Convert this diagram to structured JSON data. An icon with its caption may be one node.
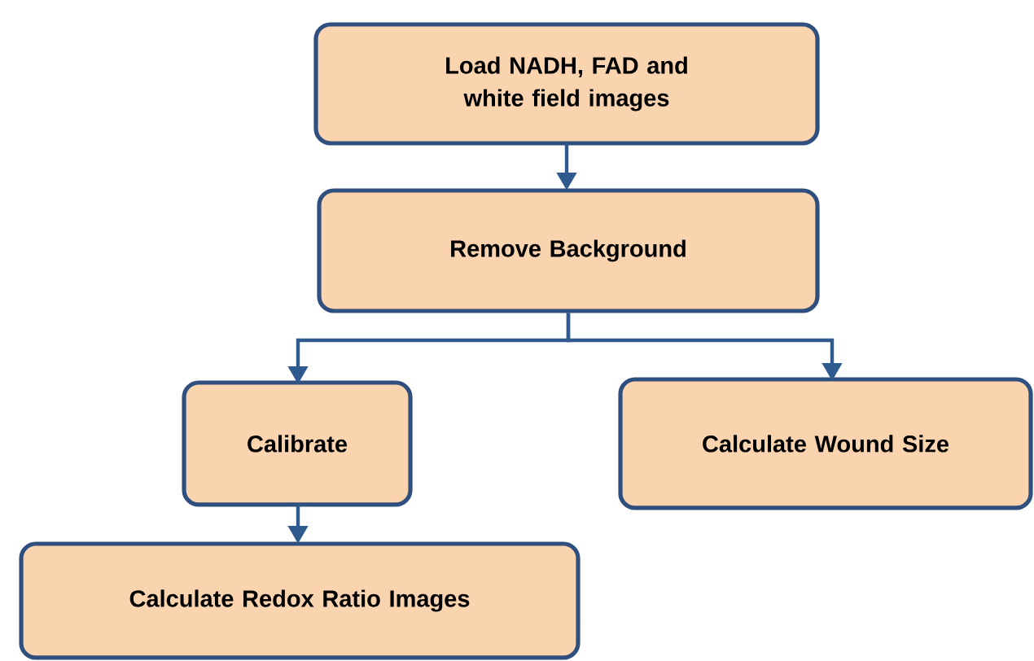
{
  "diagram": {
    "nodes": [
      {
        "text": [
          "Load NADH, FAD and white field images"
        ]
      },
      {
        "text": [
          "Remove Background"
        ]
      },
      {
        "text": [
          "Calibrate"
        ]
      },
      {
        "text": [
          "Calculate Wound Size"
        ]
      },
      {
        "text": [
          "Calculate Redox Ratio Images"
        ]
      }
    ],
    "edges": [
      {
        "from": 0,
        "to": 1,
        "arrow": "to"
      },
      {
        "from": 1,
        "to": 2,
        "arrow": "to"
      },
      {
        "from": 1,
        "to": 3,
        "arrow": "to"
      },
      {
        "from": 2,
        "to": 4,
        "arrow": "to"
      }
    ]
  }
}
